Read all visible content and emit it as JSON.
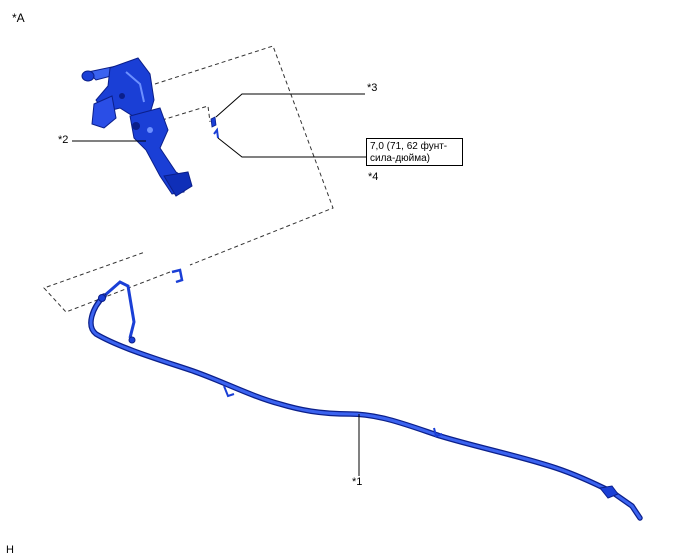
{
  "figure": {
    "view_label": "*A",
    "footer_code": "H",
    "colors": {
      "part_blue": "#1a3fd6",
      "part_dark": "#0b1f8a",
      "part_light": "#4a78ff",
      "line": "#000000"
    }
  },
  "callouts": {
    "c1": "*1",
    "c2": "*2",
    "c3": "*3",
    "c4": "*4"
  },
  "torque": {
    "line1": "7,0 (71, 62 фунт-",
    "line2": "сила-дюйма)"
  },
  "parts": {
    "pedal_bracket": "pedal-bracket-icon",
    "cable": "parking-brake-cable-icon",
    "bolt": "bolt-icon",
    "clip": "clip-icon"
  }
}
